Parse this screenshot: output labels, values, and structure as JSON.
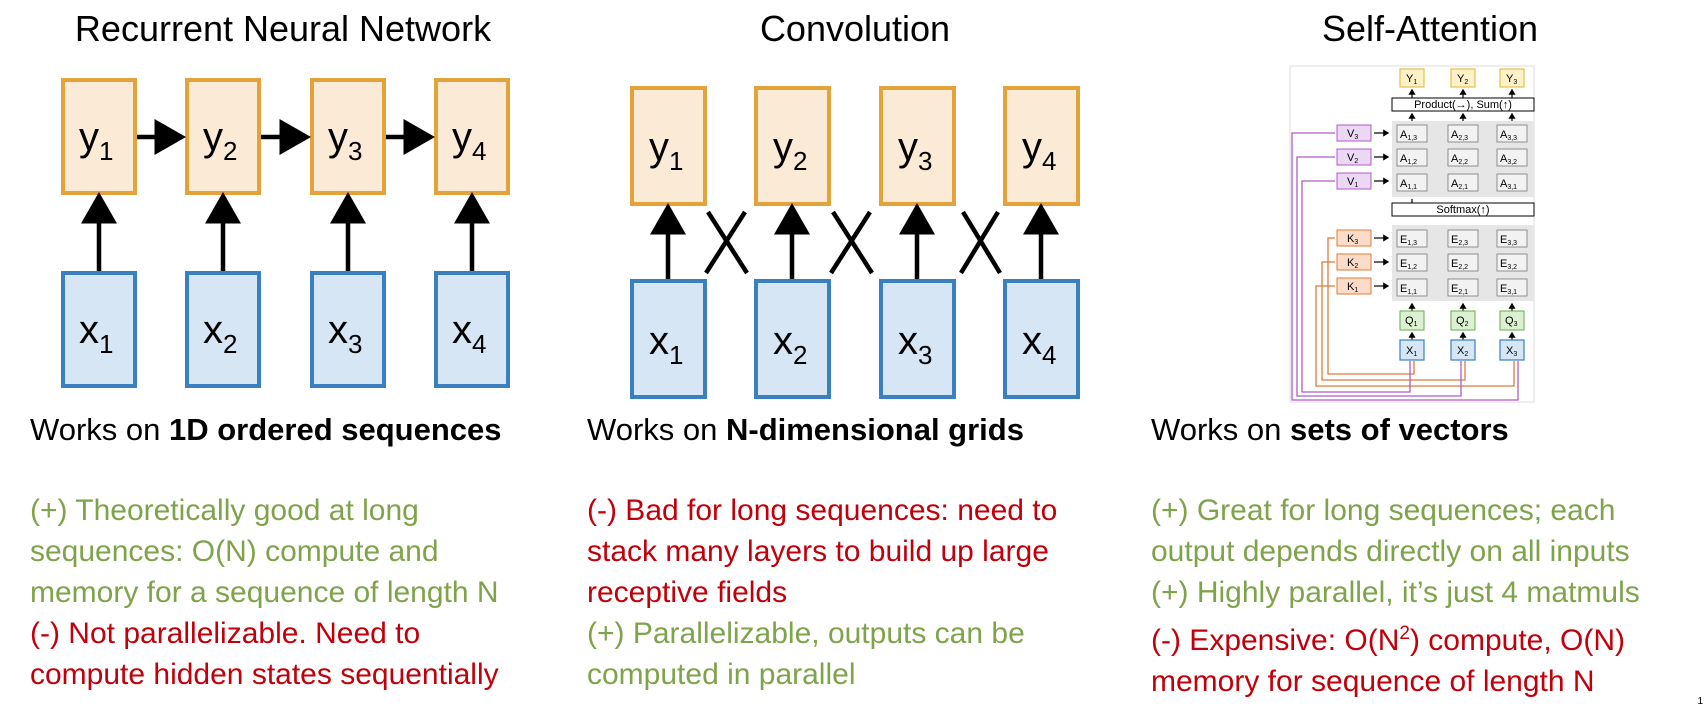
{
  "rnn": {
    "title": "Recurrent Neural Network",
    "works_prefix": "Works on ",
    "works_bold": "1D ordered sequences",
    "notes": [
      {
        "sign": "pos",
        "text": "(+) Theoretically good at long"
      },
      {
        "sign": "pos",
        "text": "sequences: O(N) compute and"
      },
      {
        "sign": "pos",
        "text": "memory for a sequence of length N"
      },
      {
        "sign": "neg",
        "text": "(-) Not parallelizable. Need to"
      },
      {
        "sign": "neg",
        "text": "compute hidden states sequentially"
      }
    ]
  },
  "conv": {
    "title": "Convolution",
    "works_prefix": "Works on ",
    "works_bold": "N-dimensional grids",
    "notes": [
      {
        "sign": "neg",
        "text": "(-) Bad for long sequences: need to"
      },
      {
        "sign": "neg",
        "text": "stack many layers to build up large"
      },
      {
        "sign": "neg",
        "text": "receptive fields"
      },
      {
        "sign": "pos",
        "text": "(+) Parallelizable, outputs can be"
      },
      {
        "sign": "pos",
        "text": "computed in parallel"
      }
    ]
  },
  "attn": {
    "title": "Self-Attention",
    "works_prefix": "Works on ",
    "works_bold": "sets of vectors",
    "notes": [
      {
        "sign": "pos",
        "text": "(+) Great for long sequences; each"
      },
      {
        "sign": "pos",
        "text": "output depends directly on all inputs"
      },
      {
        "sign": "pos",
        "text": "(+) Highly parallel, it’s just 4 matmuls"
      }
    ],
    "note_expensive_a": "(-) Expensive: O(N",
    "note_expensive_sup": "2",
    "note_expensive_b": ") compute, O(N)",
    "note_last": "memory for sequence of length N",
    "product_label": "Product(→),  Sum(↑)",
    "softmax_label": "Softmax(↑)"
  },
  "node_letters": {
    "y": "y",
    "x": "x"
  },
  "node_indices": [
    "1",
    "2",
    "3",
    "4"
  ],
  "colors": {
    "y_fill": "#fbebd6",
    "y_stroke": "#e3a33b",
    "x_fill": "#d6e6f4",
    "x_stroke": "#3a7fbf",
    "positive": "#7fa34a",
    "negative": "#c0000a"
  },
  "page_number": "1"
}
